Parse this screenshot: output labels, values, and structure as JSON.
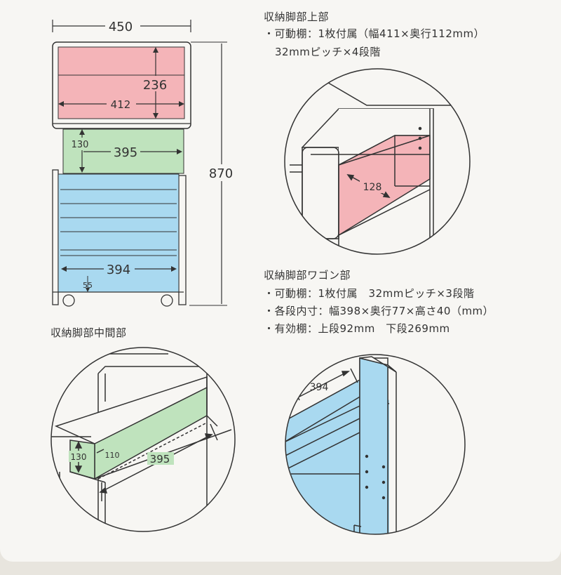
{
  "dims": {
    "width_450": "450",
    "height_870": "870",
    "upper_h_236": "236",
    "upper_w_412": "412",
    "middle_h_130": "130",
    "middle_w_395": "395",
    "wagon_w_394": "394",
    "wagon_base_55": "55"
  },
  "upper_section": {
    "title": "収納脚部上部",
    "line1": "・可動棚：1枚付属（幅411×奥行112mm）",
    "line2": "32mmピッチ×4段階",
    "detail_dim": "128"
  },
  "wagon_section": {
    "title": "収納脚部ワゴン部",
    "line1": "・可動棚：1枚付属　32mmピッチ×3段階",
    "line2": "・各段内寸：幅398×奥行77×高さ40（mm）",
    "line3": "・有効棚：上段92mm　下段269mm",
    "detail_dim": "394"
  },
  "middle_section": {
    "title": "収納脚部中間部",
    "detail_h": "130",
    "detail_depth": "110",
    "detail_w": "395"
  },
  "colors": {
    "pink": "#f4b4b8",
    "green": "#bfe3bd",
    "blue": "#a9d9f0",
    "line": "#333333"
  }
}
